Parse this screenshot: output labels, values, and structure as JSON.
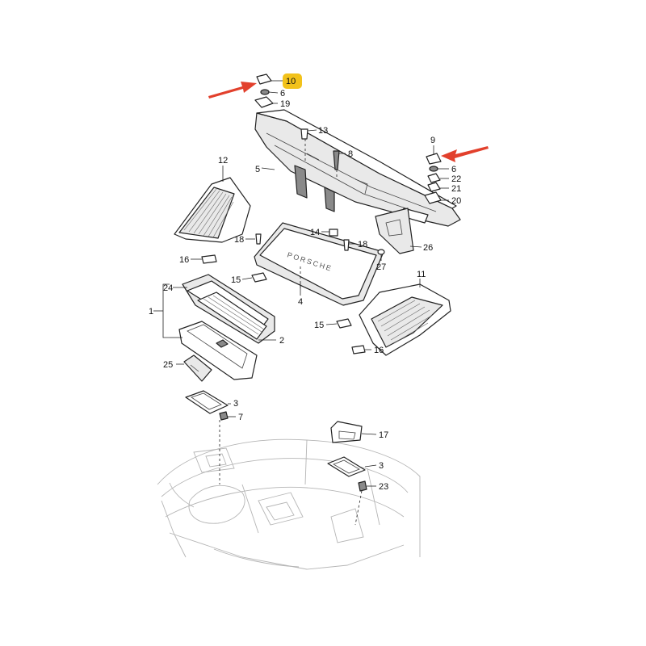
{
  "highlight": {
    "part": "10",
    "color": "#f2c21b"
  },
  "arrow_color": "#e2402c",
  "brand_mark": "PORSCHE",
  "callouts": {
    "c10": "10",
    "c6a": "6",
    "c19": "19",
    "c13": "13",
    "c8": "8",
    "c5": "5",
    "c9": "9",
    "c6b": "6",
    "c22": "22",
    "c21": "21",
    "c20": "20",
    "c12": "12",
    "c18a": "18",
    "c14": "14",
    "c18b": "18",
    "c26": "26",
    "c16a": "16",
    "c27": "27",
    "c15a": "15",
    "c24": "24",
    "c4": "4",
    "c11": "11",
    "c1": "1",
    "c15b": "15",
    "c2": "2",
    "c16b": "16",
    "c25": "25",
    "c3a": "3",
    "c7": "7",
    "c17": "17",
    "c3b": "3",
    "c23": "23"
  }
}
